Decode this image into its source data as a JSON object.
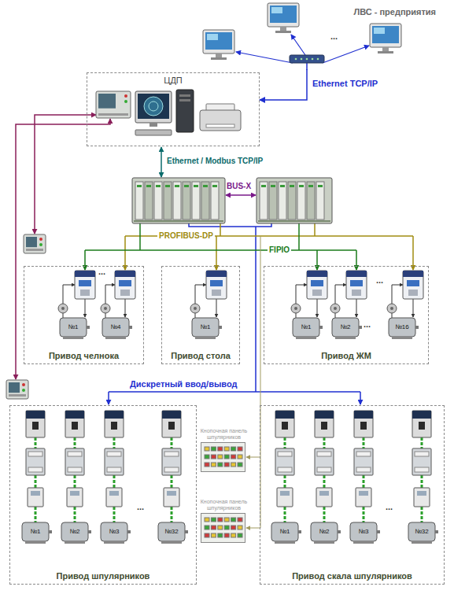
{
  "diagram": {
    "nodes": [
      {
        "text": [
          "ЛВС - предприятия"
        ]
      },
      {
        "text": [
          "ЦДП"
        ]
      },
      {
        "text": [
          "Привод челнока"
        ]
      },
      {
        "text": [
          "Привод стола"
        ]
      },
      {
        "text": [
          "Привод ЖМ"
        ]
      },
      {
        "text": [
          "Привод шпулярников"
        ]
      },
      {
        "text": [
          "Привод скала шпулярников"
        ]
      },
      {
        "text": [
          "Кнопочная панель шпулярников"
        ]
      },
      {
        "text": [
          "Кнопочная панель шпулярников"
        ]
      }
    ],
    "edges": [
      {
        "from": 0,
        "to": 1,
        "arrow": "to",
        "label": "Ethernet TCP/IP"
      }
    ],
    "labels": [
      "...",
      "Ethernet / Modbus TCP/IP",
      "BUS-X",
      "PROFIBUS-DP",
      "FIPIO",
      "№1",
      "...",
      "№4",
      "№1",
      "№1",
      "№2",
      "...",
      "№16",
      "...",
      "Дискретный ввод/вывод",
      "№1",
      "№2",
      "№3",
      "...",
      "№32",
      "№1",
      "№2",
      "№3",
      "...",
      "№32"
    ]
  }
}
